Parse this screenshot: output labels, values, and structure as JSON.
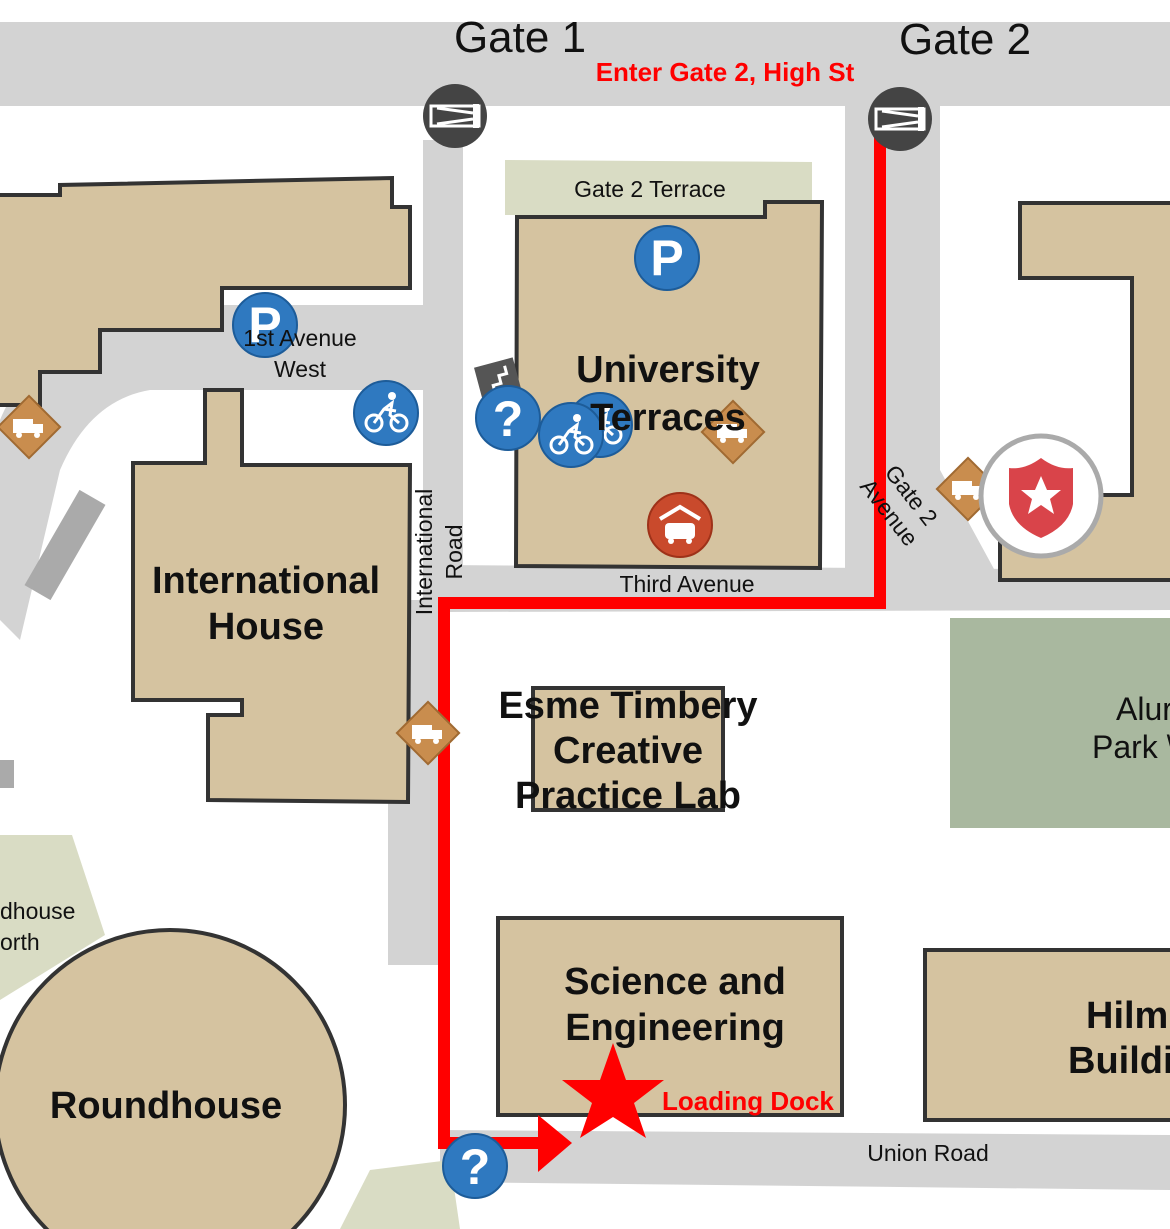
{
  "gates": {
    "gate1": "Gate 1",
    "gate2": "Gate 2"
  },
  "route": {
    "instruction": "Enter Gate 2, High St",
    "destination_label": "Loading Dock",
    "color": "#ff0000"
  },
  "places": {
    "gate2_terrace": "Gate 2 Terrace",
    "university_terraces": [
      "University",
      "Terraces"
    ],
    "international_house": [
      "International",
      "House"
    ],
    "esme_timbery": [
      "Esme Timbery",
      "Creative",
      "Practice Lab"
    ],
    "science_engineering": [
      "Science and",
      "Engineering"
    ],
    "roundhouse": "Roundhouse",
    "roundhouse_north": [
      "dhouse",
      "orth"
    ],
    "alumni_park": [
      "Alur",
      "Park \\"
    ],
    "hilmer": [
      "Hilm",
      "Buildi"
    ]
  },
  "roads": {
    "first_avenue_west": [
      "1st Avenue",
      "West"
    ],
    "international_road": [
      "International",
      "Road"
    ],
    "third_avenue": "Third Avenue",
    "gate2_avenue": [
      "Gate 2",
      "Avenue"
    ],
    "union_road": "Union Road"
  },
  "icons": [
    "gate-barrier-icon",
    "parking-icon",
    "bicycle-icon",
    "info-question-icon",
    "loading-truck-icon",
    "car-park-icon",
    "security-shield-icon",
    "stairs-icon",
    "destination-star-icon"
  ],
  "colors": {
    "building": "#d5c3a0",
    "road": "#d3d3d3",
    "park": "#a9b89f",
    "icon_blue": "#2f79c0",
    "truck": "#c98d4e",
    "security": "#d9444a"
  }
}
